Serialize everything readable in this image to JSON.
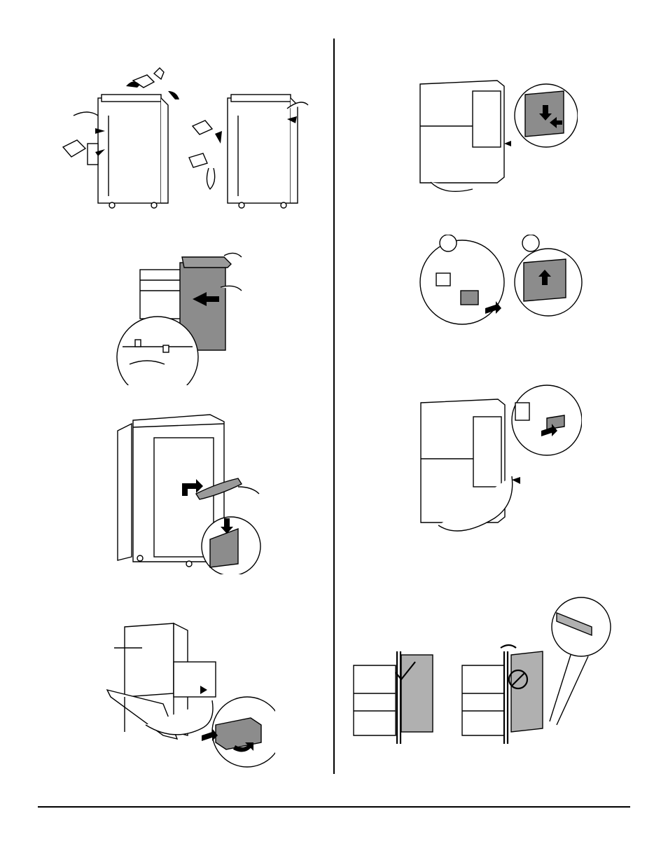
{
  "page": {
    "background": "#ffffff",
    "ink": "#000000",
    "panel_gray": "#b0b0b0",
    "cover_gray": "#8c8c8c"
  },
  "left_column": {
    "figures": [
      {
        "id": "unpack-finisher",
        "icon": "finisher-unpacking-illustration"
      },
      {
        "id": "dock-finisher",
        "icon": "finisher-docking-illustration"
      },
      {
        "id": "attach-output-tray",
        "icon": "output-tray-attach-illustration"
      },
      {
        "id": "attach-cable-cover",
        "icon": "cable-cover-attach-illustration"
      }
    ]
  },
  "right_column": {
    "figures": [
      {
        "id": "remove-rear-cover",
        "icon": "rear-cover-remove-illustration"
      },
      {
        "id": "connect-cable",
        "icon": "connector-insert-illustration",
        "callouts": [
          "",
          ""
        ]
      },
      {
        "id": "connect-power",
        "icon": "power-cord-connect-illustration"
      },
      {
        "id": "level-finisher",
        "icon": "finisher-leveling-illustration"
      }
    ]
  }
}
